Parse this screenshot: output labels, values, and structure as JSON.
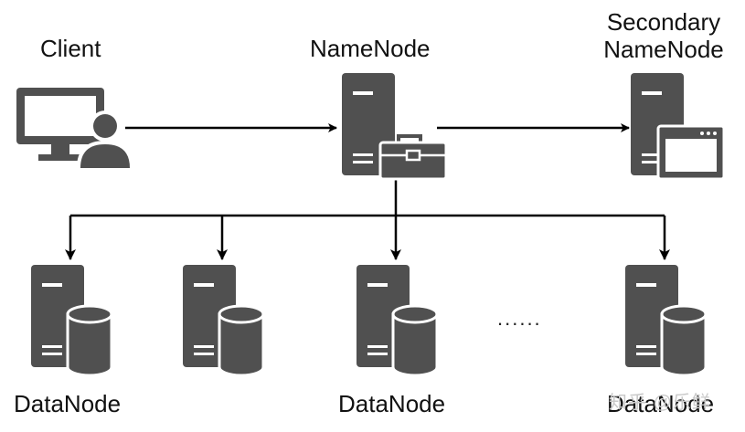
{
  "labels": {
    "client": "Client",
    "namenode": "NameNode",
    "secondary_line1": "Secondary",
    "secondary_line2": "NameNode",
    "datanode_1": "DataNode",
    "datanode_2": "DataNode",
    "datanode_3": "DataNode",
    "ellipsis": "......"
  },
  "watermark": "知乎 @乐鲜",
  "colors": {
    "icon": "#505050",
    "icon_light": "#ffffff",
    "line": "#000000"
  },
  "icons": {
    "client": "monitor-user-icon",
    "namenode": "server-toolbox-icon",
    "secondary": "server-window-icon",
    "datanode": "server-database-icon"
  }
}
